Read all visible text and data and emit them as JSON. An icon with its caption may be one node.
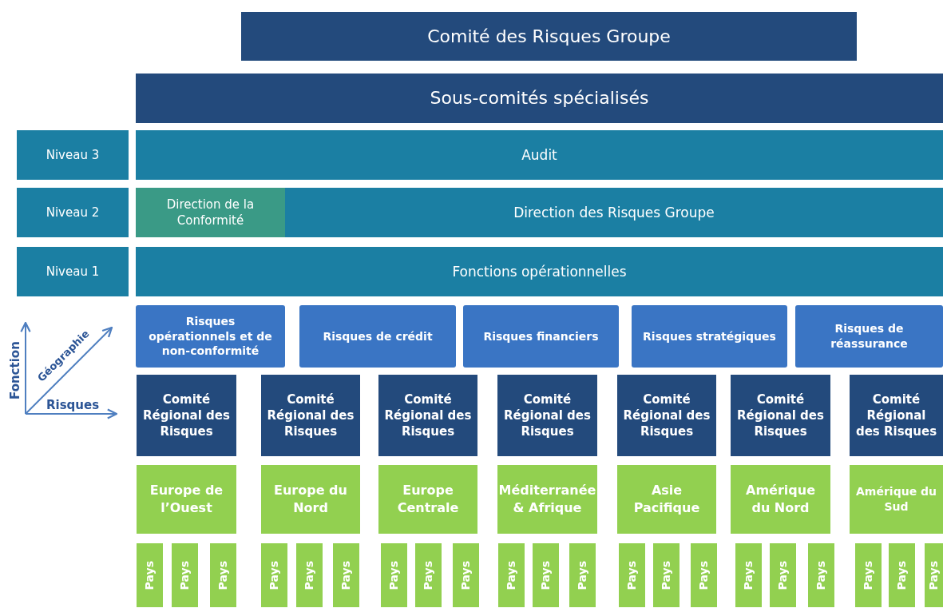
{
  "diagram": {
    "nodes": [
      {
        "text": [
          "Comité des Risques Groupe"
        ]
      },
      {
        "text": [
          "Sous-comités spécialisés"
        ]
      },
      {
        "text": [
          "Niveau 3"
        ]
      },
      {
        "text": [
          "Audit"
        ]
      },
      {
        "text": [
          "Niveau 2"
        ]
      },
      {
        "text": [
          "Direction de la Conformité"
        ]
      },
      {
        "text": [
          "Direction des Risques Groupe"
        ]
      },
      {
        "text": [
          "Niveau 1"
        ]
      },
      {
        "text": [
          "Fonctions opérationnelles"
        ]
      },
      {
        "text": [
          "Risques opérationnels et de non-conformité"
        ]
      },
      {
        "text": [
          "Risques de crédit"
        ]
      },
      {
        "text": [
          "Risques financiers"
        ]
      },
      {
        "text": [
          "Risques stratégiques"
        ]
      },
      {
        "text": [
          "Risques de réassurance"
        ]
      },
      {
        "text": [
          "Comité Régional des Risques"
        ]
      },
      {
        "text": [
          "Comité Régional des Risques"
        ]
      },
      {
        "text": [
          "Comité Régional des Risques"
        ]
      },
      {
        "text": [
          "Comité Régional des Risques"
        ]
      },
      {
        "text": [
          "Comité Régional des Risques"
        ]
      },
      {
        "text": [
          "Comité Régional des Risques"
        ]
      },
      {
        "text": [
          "Comité Régional des Risques"
        ]
      },
      {
        "text": [
          "Europe de l’Ouest"
        ]
      },
      {
        "text": [
          "Europe du Nord"
        ]
      },
      {
        "text": [
          "Europe Centrale"
        ]
      },
      {
        "text": [
          "Méditerranée & Afrique"
        ]
      },
      {
        "text": [
          "Asie Pacifique"
        ]
      },
      {
        "text": [
          "Amérique du Nord"
        ]
      },
      {
        "text": [
          "Amérique du Sud"
        ]
      },
      {
        "text": [
          "Pays"
        ]
      },
      {
        "text": [
          "Pays"
        ]
      },
      {
        "text": [
          "Pays"
        ]
      },
      {
        "text": [
          "Pays"
        ]
      },
      {
        "text": [
          "Pays"
        ]
      },
      {
        "text": [
          "Pays"
        ]
      },
      {
        "text": [
          "Pays"
        ]
      },
      {
        "text": [
          "Pays"
        ]
      },
      {
        "text": [
          "Pays"
        ]
      },
      {
        "text": [
          "Pays"
        ]
      },
      {
        "text": [
          "Pays"
        ]
      },
      {
        "text": [
          "Pays"
        ]
      },
      {
        "text": [
          "Pays"
        ]
      },
      {
        "text": [
          "Pays"
        ]
      },
      {
        "text": [
          "Pays"
        ]
      },
      {
        "text": [
          "Pays"
        ]
      },
      {
        "text": [
          "Pays"
        ]
      },
      {
        "text": [
          "Pays"
        ]
      },
      {
        "text": [
          "Pays"
        ]
      },
      {
        "text": [
          "Pays"
        ]
      },
      {
        "text": [
          "Pays"
        ]
      }
    ],
    "labels": [
      "Fonction",
      "Géographie",
      "Risques"
    ]
  }
}
